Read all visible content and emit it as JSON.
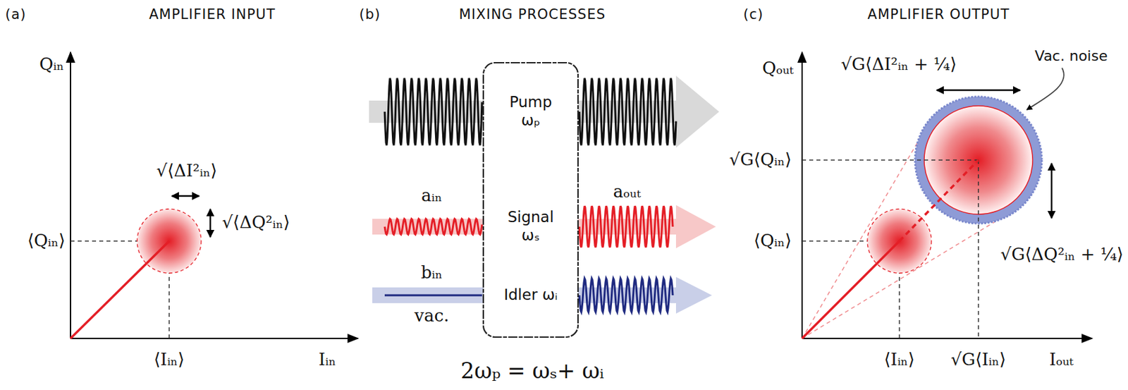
{
  "diagram": {
    "nodes": [
      {
        "text": [
          "Pump ωₚ",
          "Signal ωₛ",
          "Idler ωᵢ"
        ]
      }
    ],
    "labels": [
      "(a)",
      "AMPLIFIER INPUT",
      "Qᵢₙ",
      "√⟨ΔI²ᵢₙ⟩",
      "⟨Qᵢₙ⟩",
      "√⟨ΔQ²ᵢₙ⟩",
      "⟨Iᵢₙ⟩",
      "Iᵢₙ",
      "(b)",
      "MIXING PROCESSES",
      "aᵢₙ",
      "aₒᵤₜ",
      "bᵢₙ",
      "vac.",
      "2ωₚ = ωₛ+ ωᵢ",
      "(c)",
      "AMPLIFIER OUTPUT",
      "Qₒᵤₜ",
      "√G⟨ΔI²ᵢₙ + ¼⟩",
      "Vac. noise",
      "√G⟨Qᵢₙ⟩",
      "⟨Qᵢₙ⟩",
      "√G⟨ΔQ²ᵢₙ + ¼⟩",
      "⟨Iᵢₙ⟩",
      "√G⟨Iᵢₙ⟩",
      "Iₒᵤₜ"
    ]
  }
}
